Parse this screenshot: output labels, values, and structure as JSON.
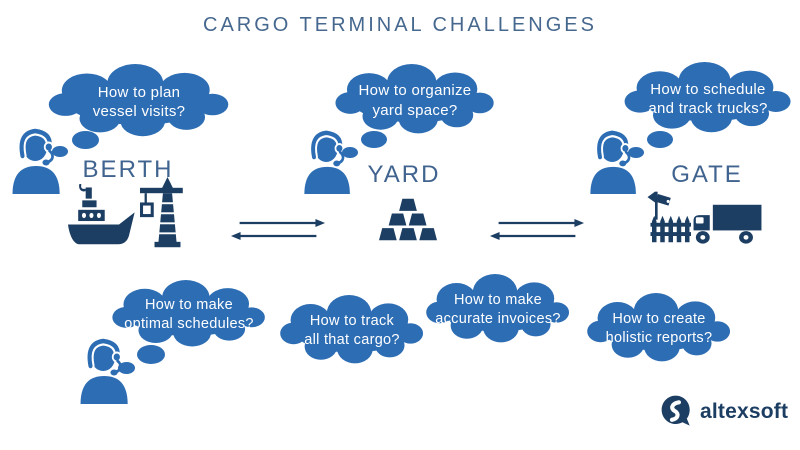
{
  "title": "CARGO TERMINAL CHALLENGES",
  "colors": {
    "bubble_blue": "#2D6DB4",
    "icon_navy": "#1C3E63",
    "label_blue": "#40648F",
    "title_blue": "#46688E",
    "bubble_text": "#FFFFFF",
    "logo_navy": "#1D3E63"
  },
  "stations": [
    {
      "label": "BERTH",
      "icons": [
        "ship-icon",
        "crane-icon"
      ],
      "bubble": {
        "line1": "How to plan",
        "line2": "vessel visits?"
      }
    },
    {
      "label": "YARD",
      "icons": [
        "container-stack-icon"
      ],
      "bubble": {
        "line1": "How to organize",
        "line2": "yard space?"
      }
    },
    {
      "label": "GATE",
      "icons": [
        "fence-camera-icon",
        "truck-icon"
      ],
      "bubble": {
        "line1": "How to schedule",
        "line2": "and track trucks?"
      }
    }
  ],
  "flow_arrows": [
    {
      "between": "berth-yard",
      "direction": "both"
    },
    {
      "between": "yard-gate",
      "direction": "both"
    }
  ],
  "bottom_bubbles": [
    {
      "line1": "How to make",
      "line2": "optimal schedules?"
    },
    {
      "line1": "How to track",
      "line2": "all that cargo?"
    },
    {
      "line1": "How to make",
      "line2": "accurate invoices?"
    },
    {
      "line1": "How to create",
      "line2": "holistic reports?"
    }
  ],
  "logo": {
    "text": "altexsoft"
  }
}
